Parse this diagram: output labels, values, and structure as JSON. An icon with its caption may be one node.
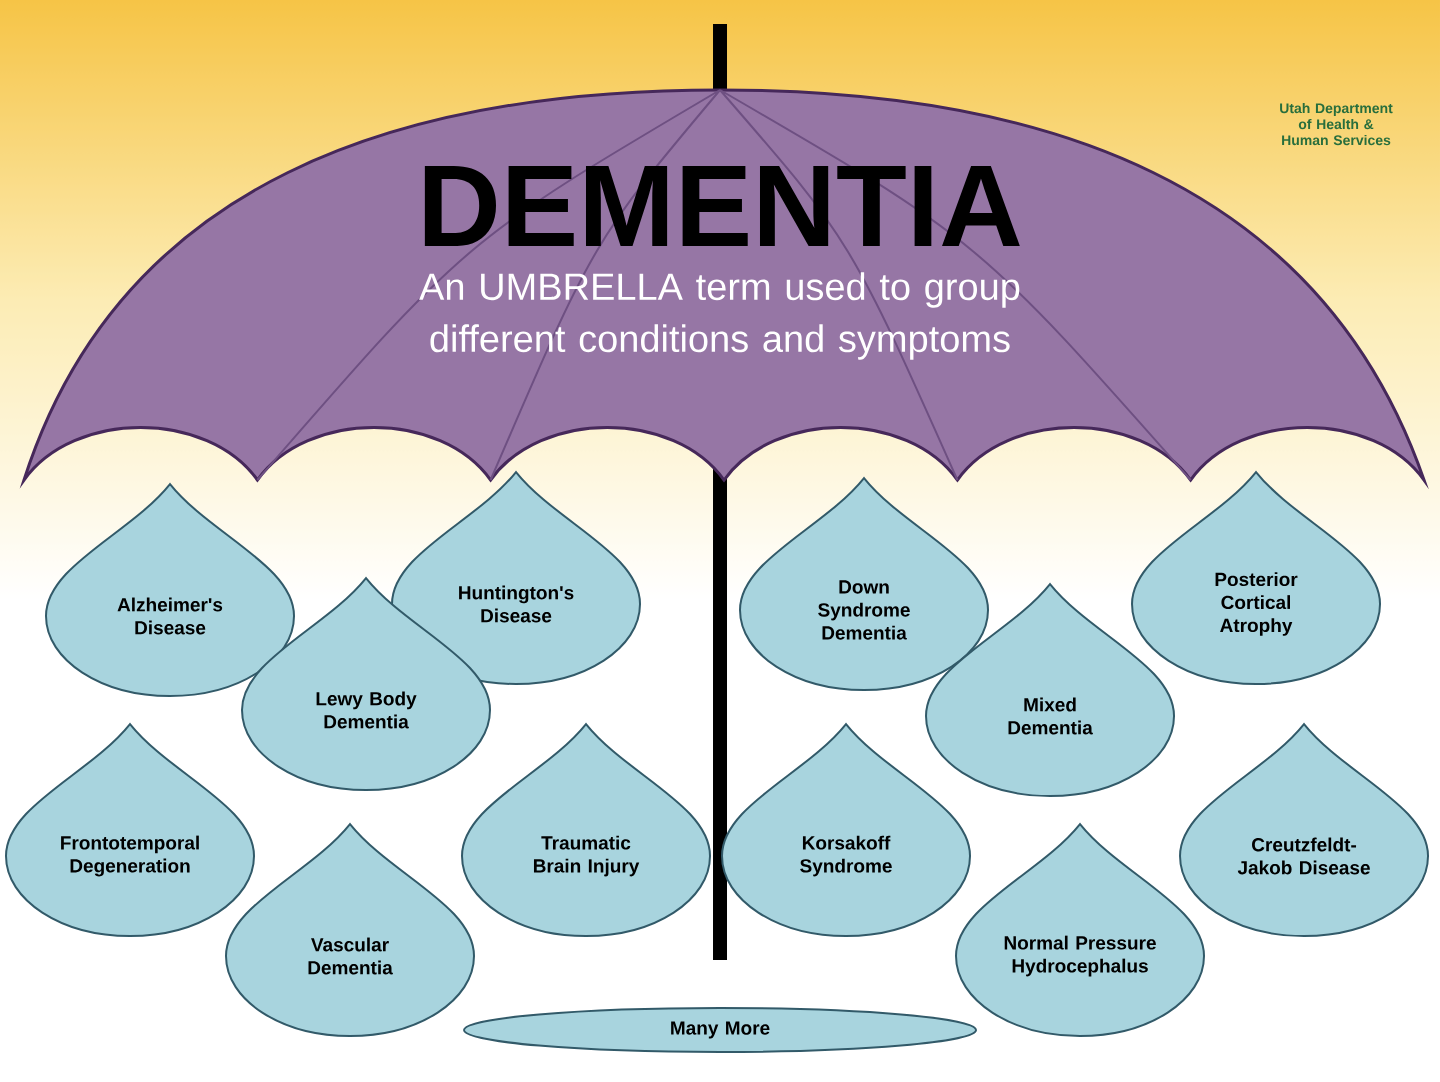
{
  "diagram": {
    "title": "DEMENTIA",
    "nodes": [
      {
        "text": [
          "Alzheimer's Disease"
        ]
      },
      {
        "text": [
          "Huntington's Disease"
        ]
      },
      {
        "text": [
          "Lewy Body Dementia"
        ]
      },
      {
        "text": [
          "Frontotemporal Degeneration"
        ]
      },
      {
        "text": [
          "Traumatic Brain Injury"
        ]
      },
      {
        "text": [
          "Vascular Dementia"
        ]
      },
      {
        "text": [
          "Down Syndrome Dementia"
        ]
      },
      {
        "text": [
          "Posterior Cortical Atrophy"
        ]
      },
      {
        "text": [
          "Mixed Dementia"
        ]
      },
      {
        "text": [
          "Korsakoff Syndrome"
        ]
      },
      {
        "text": [
          "Creutzfeldt-Jakob Disease"
        ]
      },
      {
        "text": [
          "Normal Pressure Hydrocephalus"
        ]
      },
      {
        "text": [
          "Many More"
        ]
      }
    ],
    "labels": [
      "An UMBRELLA term used to group different conditions and symptoms",
      "Utah Department of Health & Human Services"
    ]
  }
}
